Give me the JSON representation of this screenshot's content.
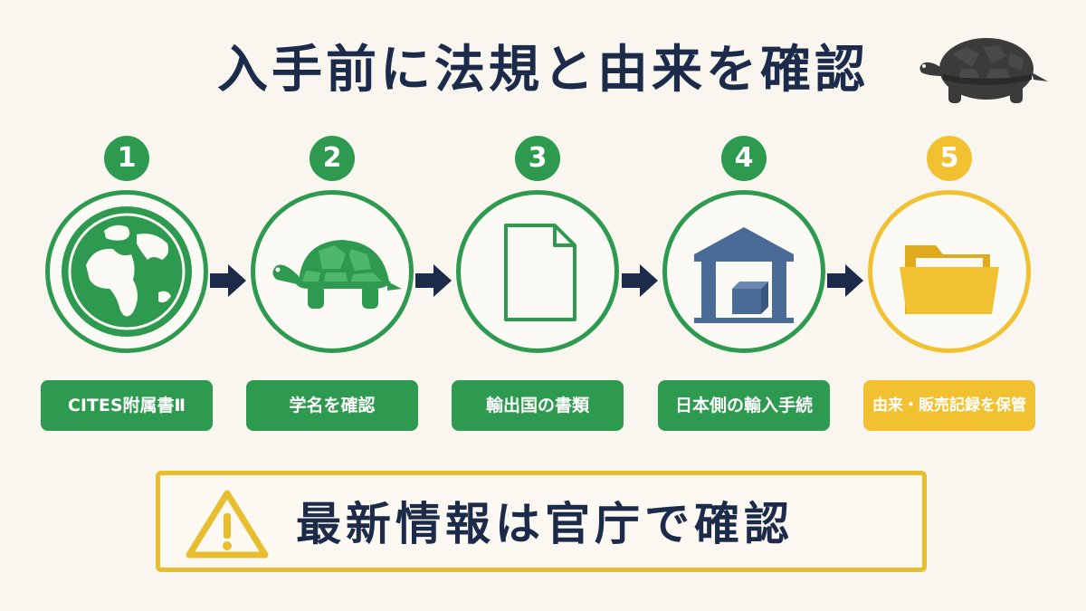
{
  "title": "入手前に法規と由来を確認",
  "colors": {
    "green": "#2e9a50",
    "yellow": "#f2c131",
    "navy": "#1c2b4a",
    "blue_icon": "#4a6b96"
  },
  "steps": [
    {
      "number": "1",
      "label": "CITES附属書Ⅱ",
      "icon": "globe-icon",
      "color": "green"
    },
    {
      "number": "2",
      "label": "学名を確認",
      "icon": "tortoise-icon",
      "color": "green"
    },
    {
      "number": "3",
      "label": "輸出国の書類",
      "icon": "document-icon",
      "color": "green"
    },
    {
      "number": "4",
      "label": "日本側の輸入手続",
      "icon": "customs-warehouse-icon",
      "color": "green"
    },
    {
      "number": "5",
      "label": "由来・販売記録を保管",
      "icon": "folder-icon",
      "color": "yellow"
    }
  ],
  "notice": {
    "text": "最新情報は官庁で確認",
    "icon": "warning-icon"
  }
}
